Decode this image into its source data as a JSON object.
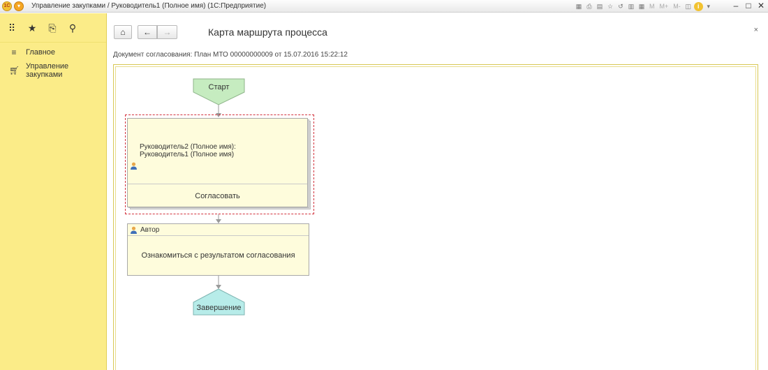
{
  "window": {
    "title": "Управление закупками / Руководитель1 (Полное имя)  (1С:Предприятие)",
    "toolbar_text": [
      "M",
      "M+",
      "M-"
    ]
  },
  "sidebar": {
    "items": [
      {
        "label": "Главное",
        "icon": "menu-lines-icon"
      },
      {
        "label": "Управление закупками",
        "icon": "cart-icon"
      }
    ]
  },
  "form": {
    "title": "Карта маршрута процесса",
    "document_line": "Документ согласования: План МТО 00000000009 от 15.07.2016 15:22:12"
  },
  "diagram": {
    "start": {
      "label": "Старт",
      "color": "#c6ecc0"
    },
    "approve_task": {
      "names": [
        "Руководитель2 (Полное имя):",
        "Руководитель1 (Полное имя)"
      ],
      "action": "Согласовать"
    },
    "review_task": {
      "assignee": "Автор",
      "action": "Ознакомиться с результатом согласования"
    },
    "finish": {
      "label": "Завершение",
      "color": "#b7ece9"
    }
  },
  "colors": {
    "sidebar_bg": "#fbec88",
    "task_bg": "#fefcdc",
    "selection": "#d2323c"
  }
}
